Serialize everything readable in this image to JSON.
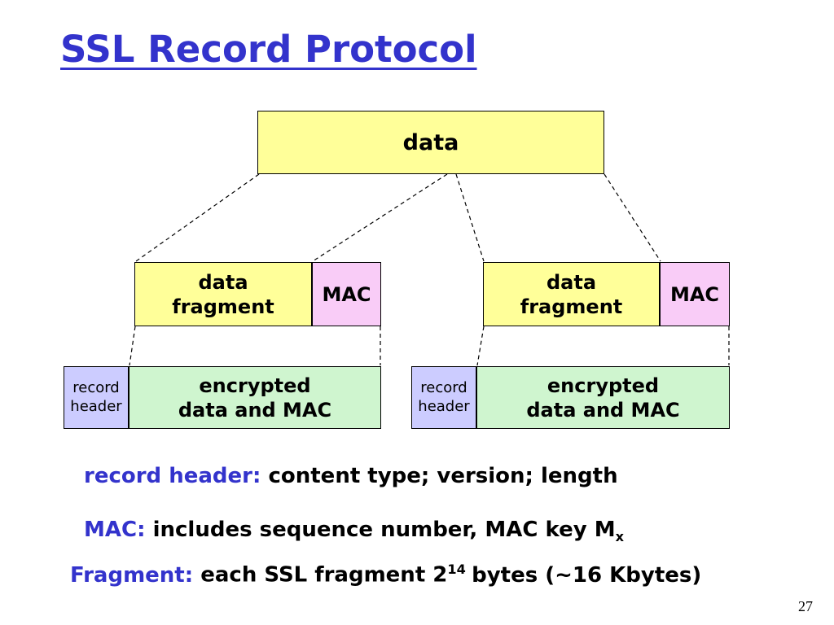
{
  "slide": {
    "title": "SSL Record Protocol",
    "page_number": "27"
  },
  "diagram": {
    "data_label": "data",
    "left": {
      "fragment_label": "data\nfragment",
      "mac_label": "MAC",
      "record_header_label": "record\nheader",
      "encrypted_label": "encrypted\ndata and MAC"
    },
    "right": {
      "fragment_label": "data\nfragment",
      "mac_label": "MAC",
      "record_header_label": "record\nheader",
      "encrypted_label": "encrypted\ndata and MAC"
    }
  },
  "notes": {
    "record_header": {
      "label": "record header:",
      "text": "content type; version; length"
    },
    "mac": {
      "label": "MAC:",
      "text": "includes sequence number, MAC key M",
      "subscript": "x"
    },
    "fragment": {
      "label": "Fragment:",
      "text_before": "each SSL fragment 2",
      "superscript": "14",
      "text_after": "bytes (~16 Kbytes)"
    }
  },
  "colors": {
    "title_blue": "#3333CC",
    "label_blue": "#3333CC",
    "data_yellow": "#FFFF99",
    "mac_pink": "#F9CCF7",
    "record_header_lavender": "#CCCCFF",
    "encrypted_green": "#CFF5CF",
    "line_black": "#000000"
  }
}
